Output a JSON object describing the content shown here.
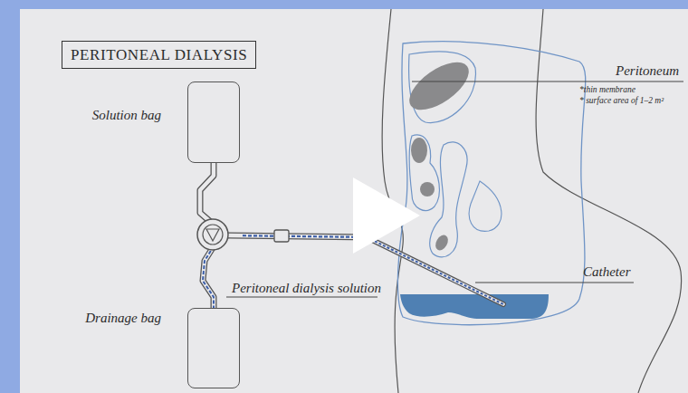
{
  "diagram": {
    "title": "PERITONEAL DIALYSIS",
    "nodes": [
      {
        "text": [
          "Solution bag"
        ]
      },
      {
        "text": [
          "Drainage bag"
        ]
      }
    ],
    "edges": [
      {
        "from": 0,
        "to": 1,
        "arrow": "none"
      }
    ],
    "labels": [
      "Peritoneum",
      "*thin membrane",
      "* surface area of 1–2 m²",
      "Catheter",
      "Peritoneal dialysis solution"
    ]
  }
}
